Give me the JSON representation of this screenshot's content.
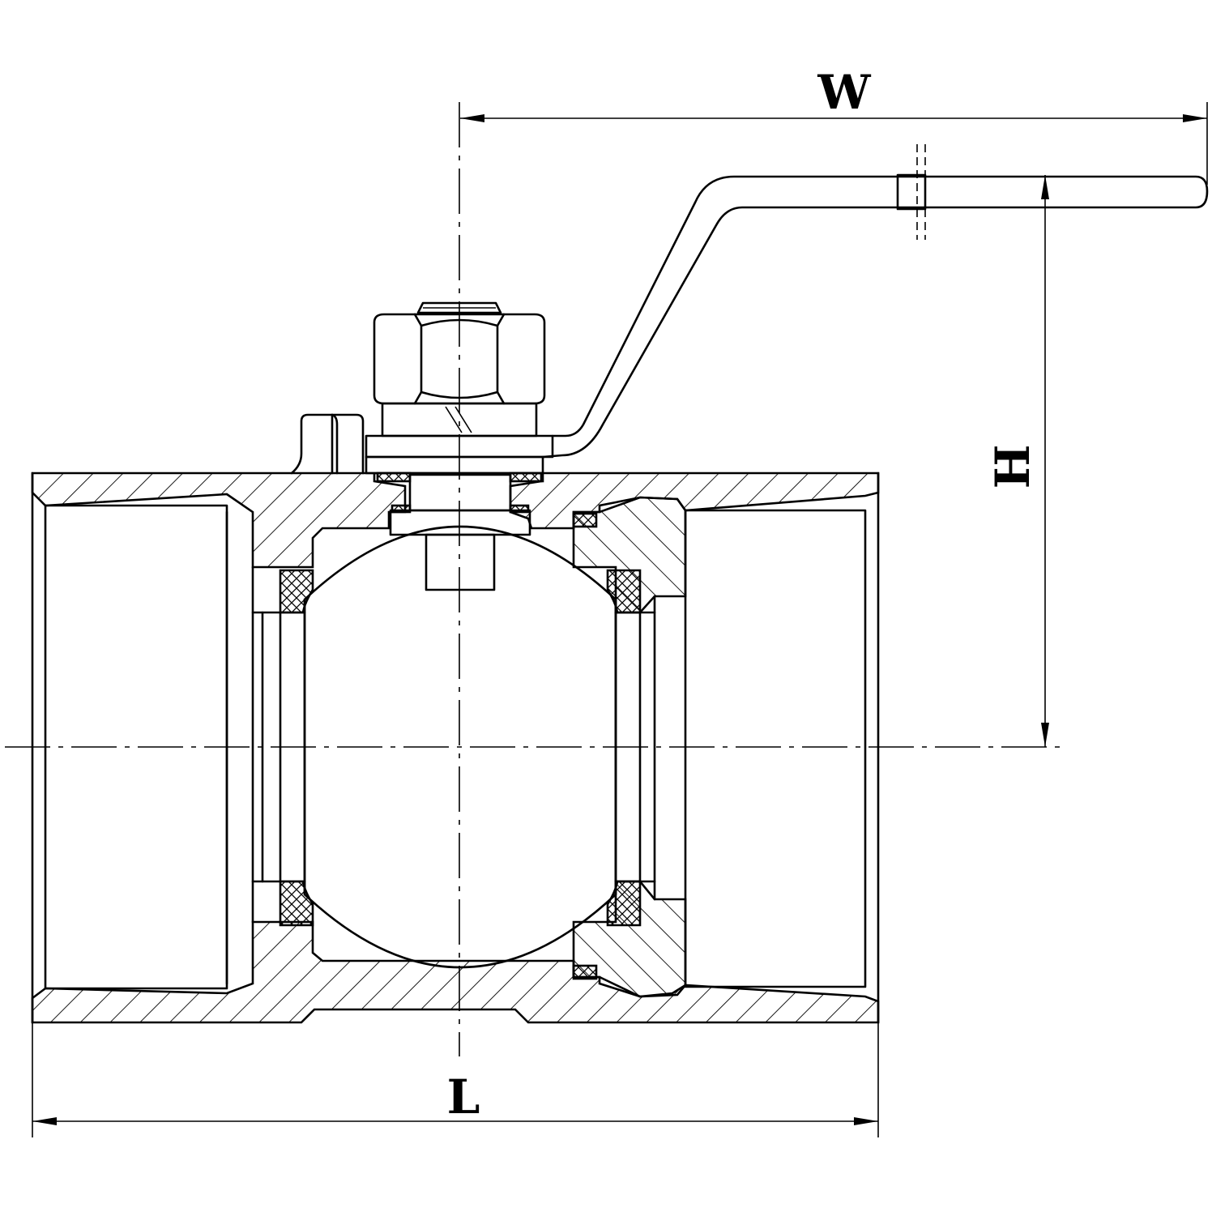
{
  "diagram": {
    "dimensions": {
      "width_label": "W",
      "height_label": "H",
      "length_label": "L"
    },
    "colors": {
      "line": "#000000",
      "background": "#ffffff"
    }
  }
}
